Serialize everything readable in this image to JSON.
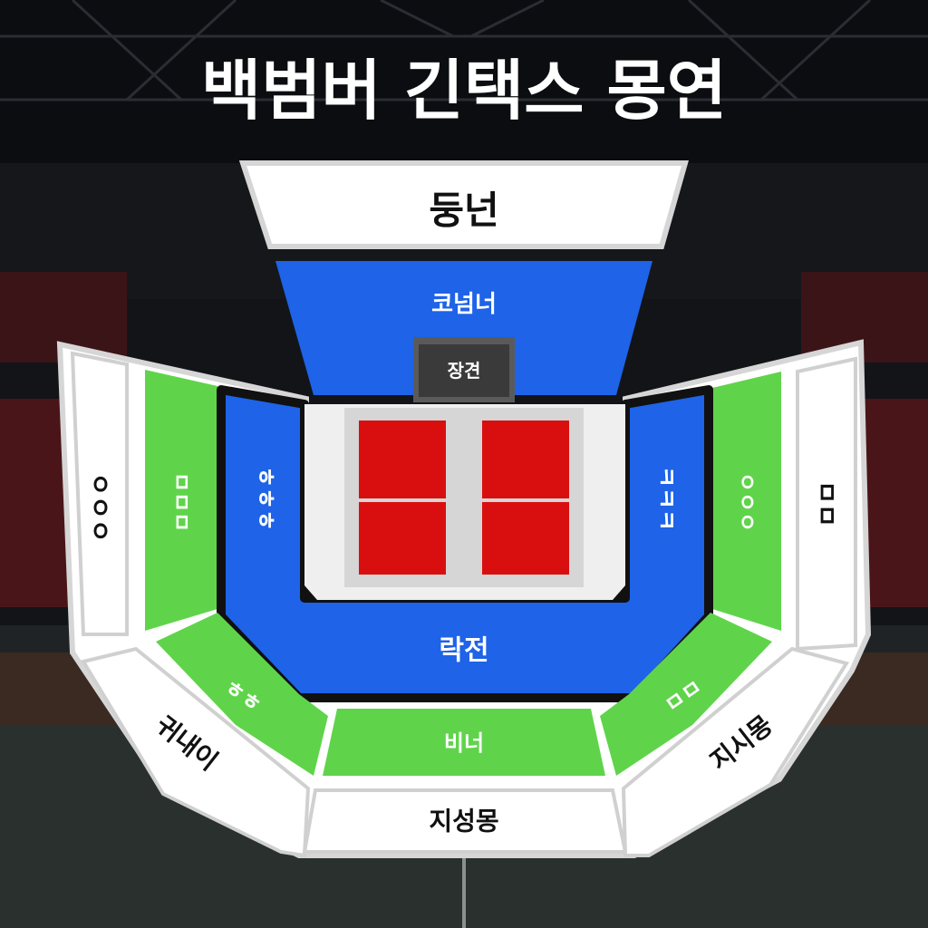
{
  "title": "백범버 긴택스 몽연",
  "sections": {
    "top_white": "둥넌",
    "top_blue": "코넘너",
    "stage": "장견",
    "left_outer": "ㅇㅇㅇ",
    "left_green": "ㅁㅁㅁ",
    "left_blue": "ㅎㅎㅎ",
    "right_blue": "ㅋㅋㅋ",
    "right_green": "ㅇㅇㅇ",
    "right_outer": "ㅁㅁ",
    "bottom_blue": "락전",
    "bottom_left_green": "ㅎㅎ",
    "bottom_green": "비너",
    "bottom_right_green": "ㅁㅁ",
    "bottom_left_white": "귀내이",
    "bottom_white": "지성몽",
    "bottom_right_white": "지시몽"
  },
  "colors": {
    "blue": "#1e63e8",
    "green": "#5fd44a",
    "red": "#d90f0f",
    "white": "#ffffff",
    "gray": "#d6d6d6",
    "stage": "#3a3a3a",
    "divider": "#111111"
  }
}
